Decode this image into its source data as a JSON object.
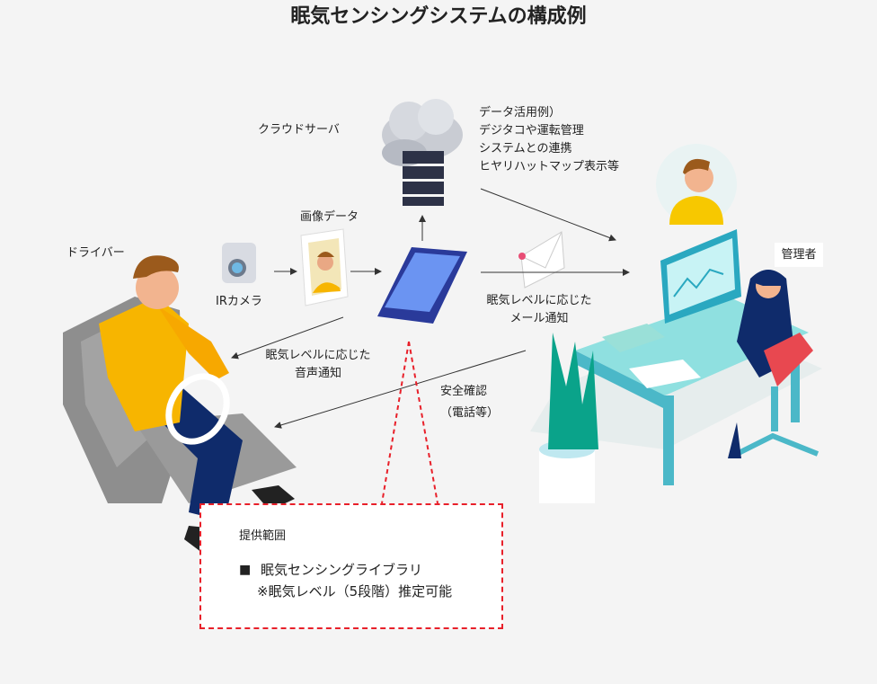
{
  "title": "眠気センシングシステムの構成例",
  "labels": {
    "cloud_server": "クラウドサーバ",
    "data_use": [
      "データ活用例）",
      "デジタコや運転管理",
      "システムとの連携",
      "ヒヤリハットマップ表示等"
    ],
    "image_data": "画像データ",
    "ir_camera": "IRカメラ",
    "driver": "ドライバー",
    "admin": "管理者",
    "mail_notice": [
      "眠気レベルに応じた",
      "メール通知"
    ],
    "voice_notice": [
      "眠気レベルに応じた",
      "音声通知"
    ],
    "safety_check": [
      "安全確認",
      "（電話等）"
    ]
  },
  "scope": {
    "heading": "提供範囲",
    "bullet": "■",
    "item": "眠気センシングライブラリ",
    "note": "※眠気レベル（5段階）推定可能"
  },
  "colors": {
    "accent_red": "#e8202a",
    "phone": "#2a3a9a",
    "screen": "#4fb8d8"
  }
}
